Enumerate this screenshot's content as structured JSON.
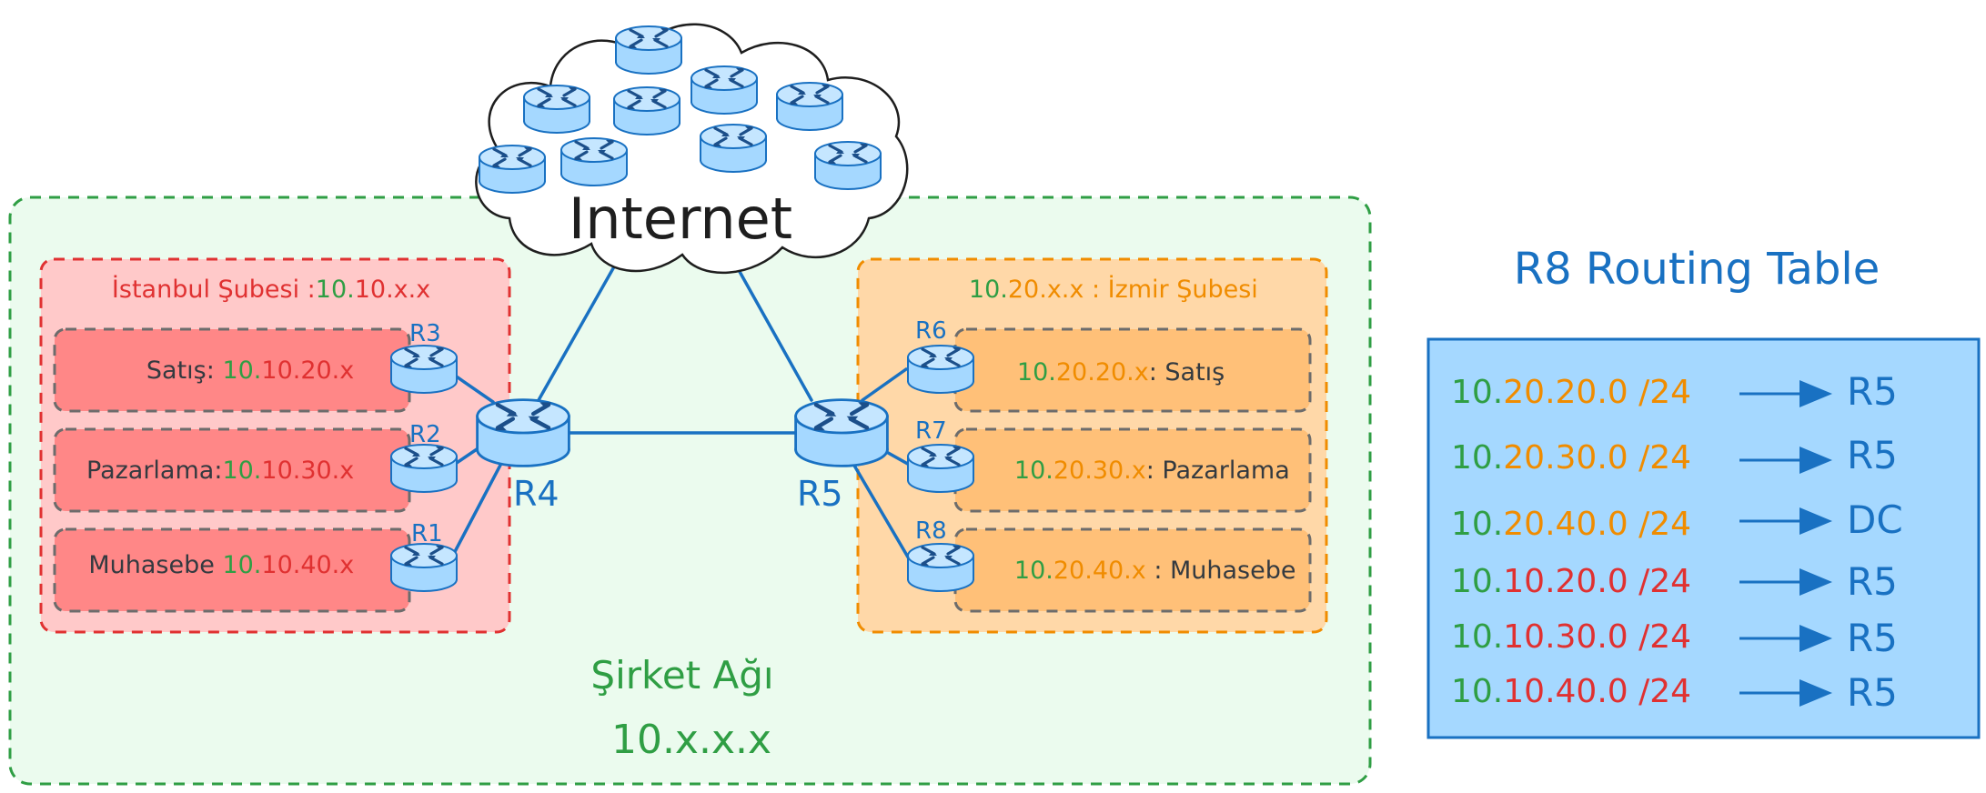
{
  "internet": {
    "label": "Internet"
  },
  "company_network": {
    "title": "Şirket Ağı",
    "subnet": "10.x.x.x"
  },
  "istanbul": {
    "title_name": "İstanbul Şubesi :",
    "title_prefix": "10.",
    "title_suffix": "10.x.x",
    "departments": [
      {
        "name": "Satış: ",
        "prefix": "10.",
        "suffix": "10.20.x",
        "router": "R3"
      },
      {
        "name": "Pazarlama:",
        "prefix": "10.",
        "suffix": "10.30.x",
        "router": "R2"
      },
      {
        "name": "Muhasebe ",
        "prefix": "10.",
        "suffix": "10.40.x",
        "router": "R1"
      }
    ]
  },
  "izmir": {
    "title_prefix": "10.",
    "title_suffix": "20.x.x",
    "title_name": " : İzmir Şubesi",
    "departments": [
      {
        "prefix": "10.",
        "suffix": "20.20.x",
        "name": ": Satış",
        "router": "R6"
      },
      {
        "prefix": "10.",
        "suffix": "20.30.x",
        "name": ": Pazarlama",
        "router": "R7"
      },
      {
        "prefix": "10.",
        "suffix": "20.40.x",
        "name": " : Muhasebe",
        "router": "R8"
      }
    ]
  },
  "core_routers": {
    "left": "R4",
    "right": "R5"
  },
  "routing_table": {
    "title": "R8 Routing Table",
    "rows": [
      {
        "prefix": "10.",
        "rest": "20.20.0 /24",
        "next_hop": "R5",
        "branch": "izmir"
      },
      {
        "prefix": "10.",
        "rest": "20.30.0 /24",
        "next_hop": "R5",
        "branch": "izmir"
      },
      {
        "prefix": "10.",
        "rest": "20.40.0 /24",
        "next_hop": "DC",
        "branch": "izmir"
      },
      {
        "prefix": "10.",
        "rest": "10.20.0 /24",
        "next_hop": "R5",
        "branch": "istanbul"
      },
      {
        "prefix": "10.",
        "rest": "10.30.0 /24",
        "next_hop": "R5",
        "branch": "istanbul"
      },
      {
        "prefix": "10.",
        "rest": "10.40.0 /24",
        "next_hop": "R5",
        "branch": "istanbul"
      }
    ]
  },
  "colors": {
    "green": "#2f9e44",
    "red": "#e03131",
    "orange": "#f08c00",
    "blue": "#1971c2",
    "company_fill": "#ebfbee",
    "istanbul_fill": "#ffc9c9",
    "istanbul_dept_fill": "#ff8787",
    "izmir_fill": "#ffd8a8",
    "izmir_dept_fill": "#ffc078",
    "table_fill": "#a5d8ff",
    "router_fill": "#a5d8ff"
  },
  "icons": [
    "router-icon",
    "cloud-icon",
    "arrow-icon"
  ]
}
